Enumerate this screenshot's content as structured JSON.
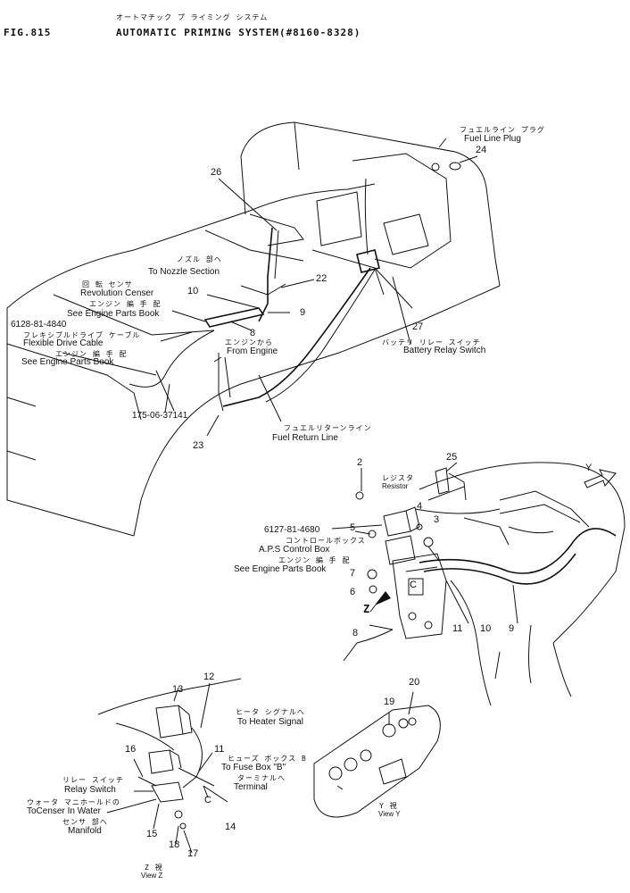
{
  "header": {
    "fig": "FIG.815",
    "title_jp": "オートマチック プ ライミング システム",
    "title_en": "AUTOMATIC PRIMING SYSTEM(#8160-8328)"
  },
  "callouts": {
    "fuel_line_plug_jp": "フュエルライン プラグ",
    "fuel_line_plug": "Fuel Line Plug",
    "to_nozzle_jp": "ノズル 部へ",
    "to_nozzle": "To Nozzle Section",
    "rev_censer_jp": "回 転 センサ",
    "rev_censer": "Revolution Censer",
    "engine_parts_jp1": "エンジン 編 手 配",
    "see_engine_parts1": "See Engine Parts Book",
    "flex_pn": "6128-81-4840",
    "flex_jp": "フレキシブルドライブ ケーブル",
    "flex_drive": "Flexible Drive Cable",
    "engine_parts_jp2": "エンジン 編 手 配",
    "see_engine_parts2": "See Engine Parts Book",
    "from_engine_jp": "エンジンから",
    "from_engine": "From Engine",
    "battery_relay_jp": "バッテリ リレー スイッチ",
    "battery_relay": "Battery Relay Switch",
    "fuel_return_jp": "フュエルリターンライン",
    "fuel_return": "Fuel Return Line",
    "pn_175": "175-06-37141",
    "resistor_jp": "レジスタ",
    "resistor": "Resistor",
    "aps_pn": "6127-81-4680",
    "aps_jp": "コントロールボックス",
    "aps_box": "A.P.S Control Box",
    "engine_parts_jp3": "エンジン 編 手 配",
    "see_engine_parts3": "See Engine Parts Book",
    "y_arrow": "Y",
    "z_arrow": "Z",
    "heater_jp": "ヒータ シグナルへ",
    "heater": "To Heater Signal",
    "fuse_jp": "ヒューズ ボックス B",
    "fuse_box": "To Fuse Box \"B\"",
    "terminal_jp": "ターミナルへ",
    "terminal": "Terminal",
    "relay_switch_jp": "リレー スイッチ",
    "relay_switch": "Relay Switch",
    "water_jp": "ウォータ マニホールドの",
    "to_censer": "ToCenser In Water",
    "sensor_jp": "センサ 部へ",
    "manifold": "Manifold",
    "view_y_jp": "Y 視",
    "view_y": "View Y",
    "view_z_jp": "Z 視",
    "view_z": "View Z",
    "c_label": "C"
  },
  "part_numbers": {
    "p2": "2",
    "p3": "3",
    "p4": "4",
    "p5": "5",
    "p6": "6",
    "p7": "7",
    "p8a": "8",
    "p8b": "8",
    "p9a": "9",
    "p9b": "9",
    "p10a": "10",
    "p10b": "10",
    "p11a": "11",
    "p11b": "11",
    "p12": "12",
    "p13": "13",
    "p14": "14",
    "p15": "15",
    "p16": "16",
    "p17": "17",
    "p18": "18",
    "p19": "19",
    "p20": "20",
    "p22": "22",
    "p23": "23",
    "p24": "24",
    "p25": "25",
    "p26": "26",
    "p27": "27"
  }
}
